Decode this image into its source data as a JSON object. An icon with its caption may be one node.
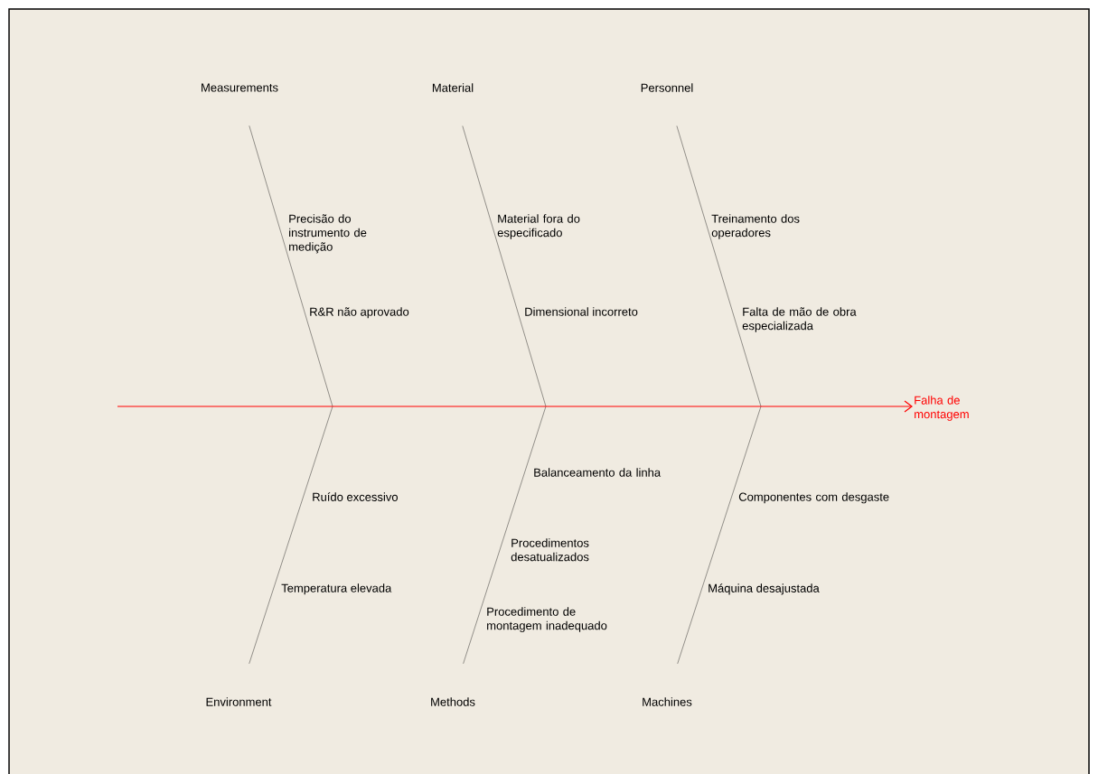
{
  "diagram": {
    "nodes": [
      {
        "text": [
          "Measurements"
        ]
      },
      {
        "text": [
          "Material"
        ]
      },
      {
        "text": [
          "Personnel"
        ]
      },
      {
        "text": [
          "Environment"
        ]
      },
      {
        "text": [
          "Methods"
        ]
      },
      {
        "text": [
          "Machines"
        ]
      },
      {
        "text": [
          "Falha de montagem"
        ]
      }
    ],
    "edges": [
      {
        "from": 0,
        "to": null,
        "arrow": "none"
      },
      {
        "from": 1,
        "to": null,
        "arrow": "none"
      },
      {
        "from": 2,
        "to": null,
        "arrow": "none"
      },
      {
        "from": 3,
        "to": null,
        "arrow": "none"
      },
      {
        "from": 4,
        "to": null,
        "arrow": "none"
      },
      {
        "from": 5,
        "to": null,
        "arrow": "none"
      },
      {
        "from": null,
        "to": 6,
        "arrow": "to",
        "color": "#ff0000"
      }
    ],
    "labels": [
      "Precisão do instrumento de medição",
      "Material fora do especificado",
      "Treinamento dos operadores",
      "R&R não aprovado",
      "Dimensional incorreto",
      "Falta de mão de obra especializada",
      "Balanceamento da linha",
      "Ruído excessivo",
      "Componentes com desgaste",
      "Procedimentos desatualizados",
      "Temperatura elevada",
      "Máquina desajustada",
      "Procedimento de montagem inadequado"
    ]
  }
}
